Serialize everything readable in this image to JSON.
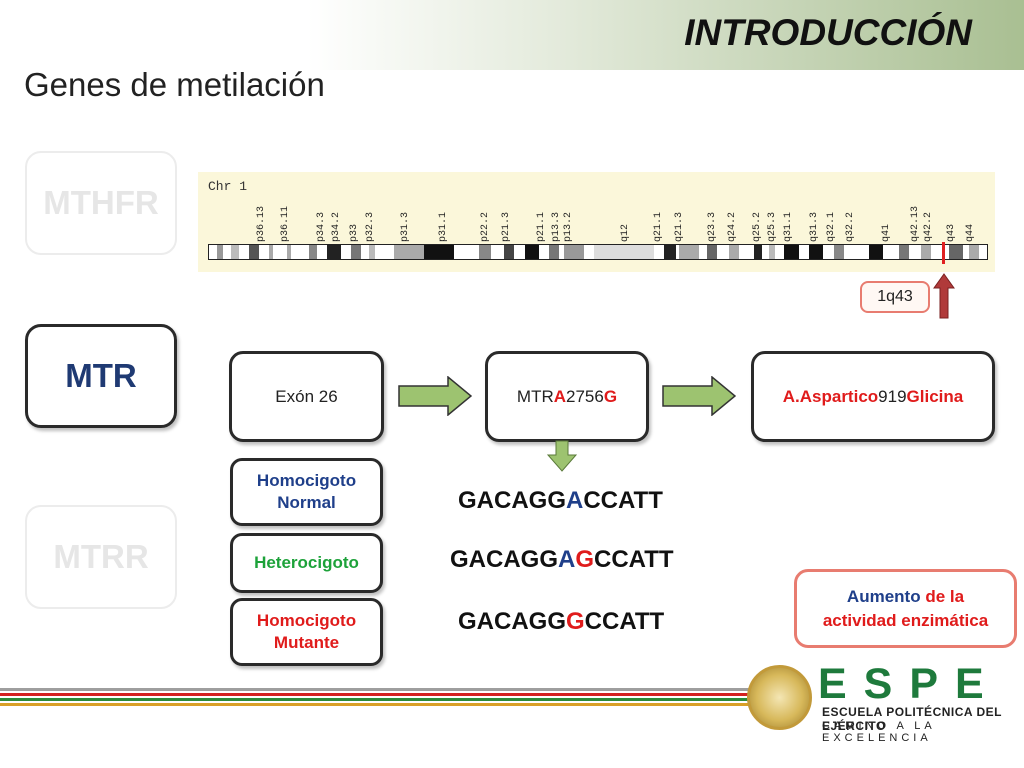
{
  "header": {
    "title": "INTRODUCCIÓN"
  },
  "subtitle": "Genes de metilación",
  "genes": {
    "mthfr": "MTHFR",
    "mtr": "MTR",
    "mtrr": "MTRR"
  },
  "chromosome": {
    "label": "Chr 1",
    "bands": [
      "p36.13",
      "p36.11",
      "p34.3",
      "p34.2",
      "p33",
      "p32.3",
      "p31.3",
      "p31.1",
      "p22.2",
      "p21.3",
      "p21.1",
      "p13.3",
      "p13.2",
      "q12",
      "q21.1",
      "q21.3",
      "q23.3",
      "q24.2",
      "q25.2",
      "q25.3",
      "q31.1",
      "q31.3",
      "q32.1",
      "q32.2",
      "q41",
      "q42.13",
      "q42.2",
      "q43",
      "q44"
    ],
    "locus": "1q43"
  },
  "flow": {
    "exon": "Exón 26",
    "mutation": {
      "prefix": "MTR",
      "a": "A",
      "pos": "2756",
      "g": "G"
    },
    "protein": {
      "a": "A.Aspartico",
      "pos": "919",
      "g": "Glicina"
    }
  },
  "genotypes": {
    "normal": {
      "line1": "Homocigoto",
      "line2": "Normal"
    },
    "hetero": "Heterocigoto",
    "mutant": {
      "line1": "Homocigoto",
      "line2": "Mutante"
    }
  },
  "sequences": {
    "normal": {
      "pre": "GACAGG",
      "var": "A",
      "post": "CCATT"
    },
    "hetero": {
      "pre": "GACAGG",
      "var1": "A",
      "var2": "G",
      "post": "CCATT"
    },
    "mutant": {
      "pre": "GACAGG",
      "var": "G",
      "post": "CCATT"
    }
  },
  "effect": {
    "w1": "Aumento",
    "w2": "de la",
    "line2": "actividad enzimática"
  },
  "footer": {
    "logo_text": "ESPE",
    "school": "ESCUELA POLITÉCNICA DEL EJÉRCITO",
    "motto": "CAMINO A LA EXCELENCIA"
  },
  "colors": {
    "red": "#e01b1b",
    "green": "#1da23a",
    "blue": "#1f3f8a",
    "arrow_green": "#9dc370",
    "arrow_red": "#b03a3a",
    "brand_green": "#1e7a3c"
  }
}
